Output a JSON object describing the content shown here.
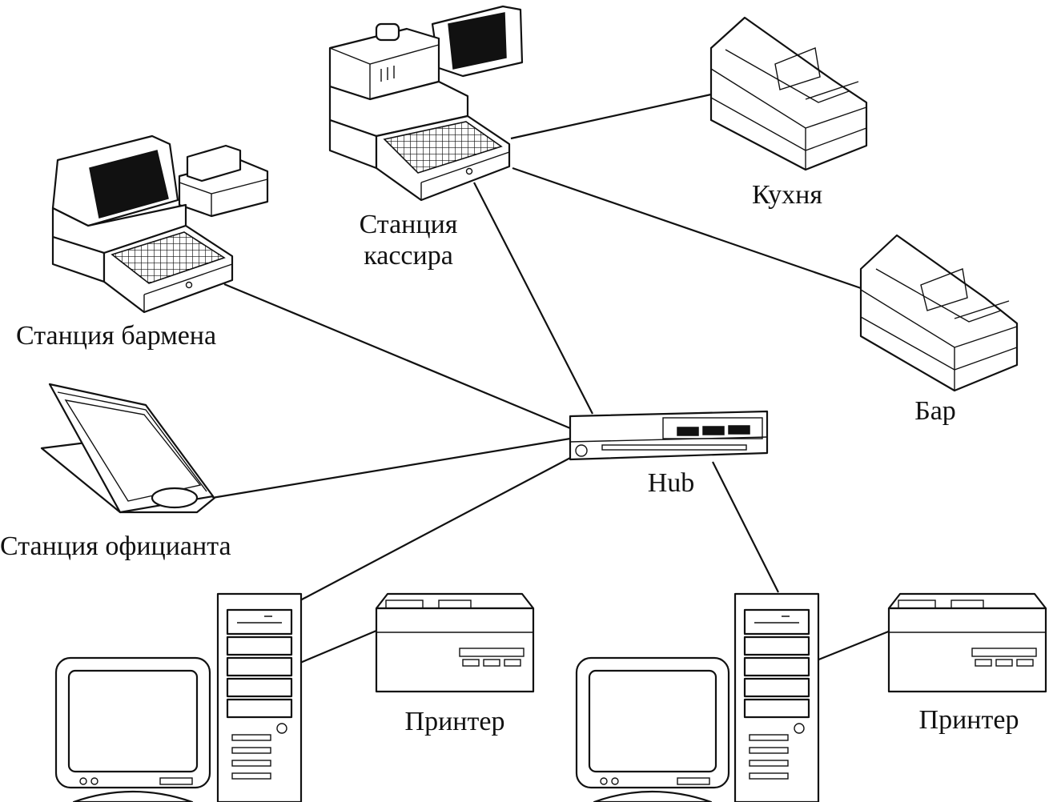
{
  "nodes": {
    "cashier": {
      "label_line1": "Станция",
      "label_line2": "кассира"
    },
    "bartender": {
      "label": "Станция бармена"
    },
    "waiter": {
      "label": "Станция официанта"
    },
    "kitchen": {
      "label": "Кухня"
    },
    "bar": {
      "label": "Бар"
    },
    "hub": {
      "label": "Hub"
    },
    "printer_left": {
      "label": "Принтер"
    },
    "printer_right": {
      "label": "Принтер"
    }
  },
  "icons": {
    "pos_terminal": "pos-terminal-icon",
    "kitchen_printer": "receipt-printer-icon",
    "tablet": "tablet-terminal-icon",
    "hub": "network-hub-icon",
    "pc": "desktop-pc-icon",
    "printer": "desktop-printer-icon"
  },
  "colors": {
    "ink": "#111111",
    "background": "#ffffff"
  }
}
